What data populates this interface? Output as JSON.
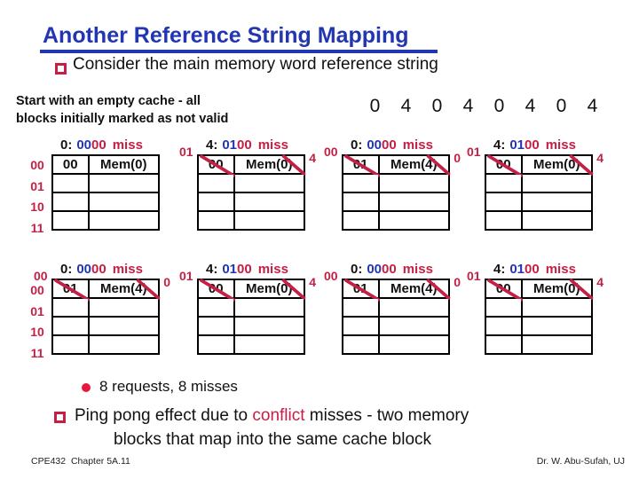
{
  "slide": {
    "title": "Another Reference String Mapping",
    "bullet1": "Consider the main memory word reference string",
    "note_line1": "Start with an empty cache - all",
    "note_line2": "blocks initially marked as not valid",
    "requests_summary": "8 requests, 8 misses",
    "bullet2_pre": "Ping pong effect due to ",
    "bullet2_highlight": "conflict",
    "bullet2_post": " misses - two memory",
    "bullet2_line2": "blocks that map into the same cache block",
    "footer_left": "CPE432  Chapter 5A.11",
    "footer_right": "Dr. W. Abu-Sufah, UJ"
  },
  "reference_string": {
    "d0": "0",
    "d1": "4",
    "d2": "0",
    "d3": "4",
    "d4": "0",
    "d5": "4",
    "d6": "0",
    "d7": "4"
  },
  "cache": {
    "row_labels": [
      "00",
      "01",
      "10",
      "11"
    ],
    "tables": [
      {
        "req": "0:",
        "tag_bits": "00",
        "index_bits": "00",
        "result": "miss",
        "new_tag": "",
        "new_data": "",
        "cell_tag": "00",
        "cell_data": "Mem(0)",
        "struck": false
      },
      {
        "req": "4:",
        "tag_bits": "01",
        "index_bits": "00",
        "result": "miss",
        "new_tag": "01",
        "new_data": "4",
        "cell_tag": "00",
        "cell_data": "Mem(0)",
        "struck": true
      },
      {
        "req": "0:",
        "tag_bits": "00",
        "index_bits": "00",
        "result": "miss",
        "new_tag": "00",
        "new_data": "0",
        "cell_tag": "01",
        "cell_data": "Mem(4)",
        "struck": true
      },
      {
        "req": "4:",
        "tag_bits": "01",
        "index_bits": "00",
        "result": "miss",
        "new_tag": "01",
        "new_data": "4",
        "cell_tag": "00",
        "cell_data": "Mem(0)",
        "struck": true
      },
      {
        "req": "0:",
        "tag_bits": "00",
        "index_bits": "00",
        "result": "miss",
        "new_tag": "00",
        "new_data": "0",
        "cell_tag": "01",
        "cell_data": "Mem(4)",
        "struck": true
      },
      {
        "req": "4:",
        "tag_bits": "01",
        "index_bits": "00",
        "result": "miss",
        "new_tag": "01",
        "new_data": "4",
        "cell_tag": "00",
        "cell_data": "Mem(0)",
        "struck": true
      },
      {
        "req": "0:",
        "tag_bits": "00",
        "index_bits": "00",
        "result": "miss",
        "new_tag": "00",
        "new_data": "0",
        "cell_tag": "01",
        "cell_data": "Mem(4)",
        "struck": true
      },
      {
        "req": "4:",
        "tag_bits": "01",
        "index_bits": "00",
        "result": "miss",
        "new_tag": "01",
        "new_data": "4",
        "cell_tag": "00",
        "cell_data": "Mem(0)",
        "struck": true
      }
    ]
  },
  "colors": {
    "accent_blue": "#2236b2",
    "crimson": "#c42045",
    "bullet_red": "#e8173d"
  }
}
